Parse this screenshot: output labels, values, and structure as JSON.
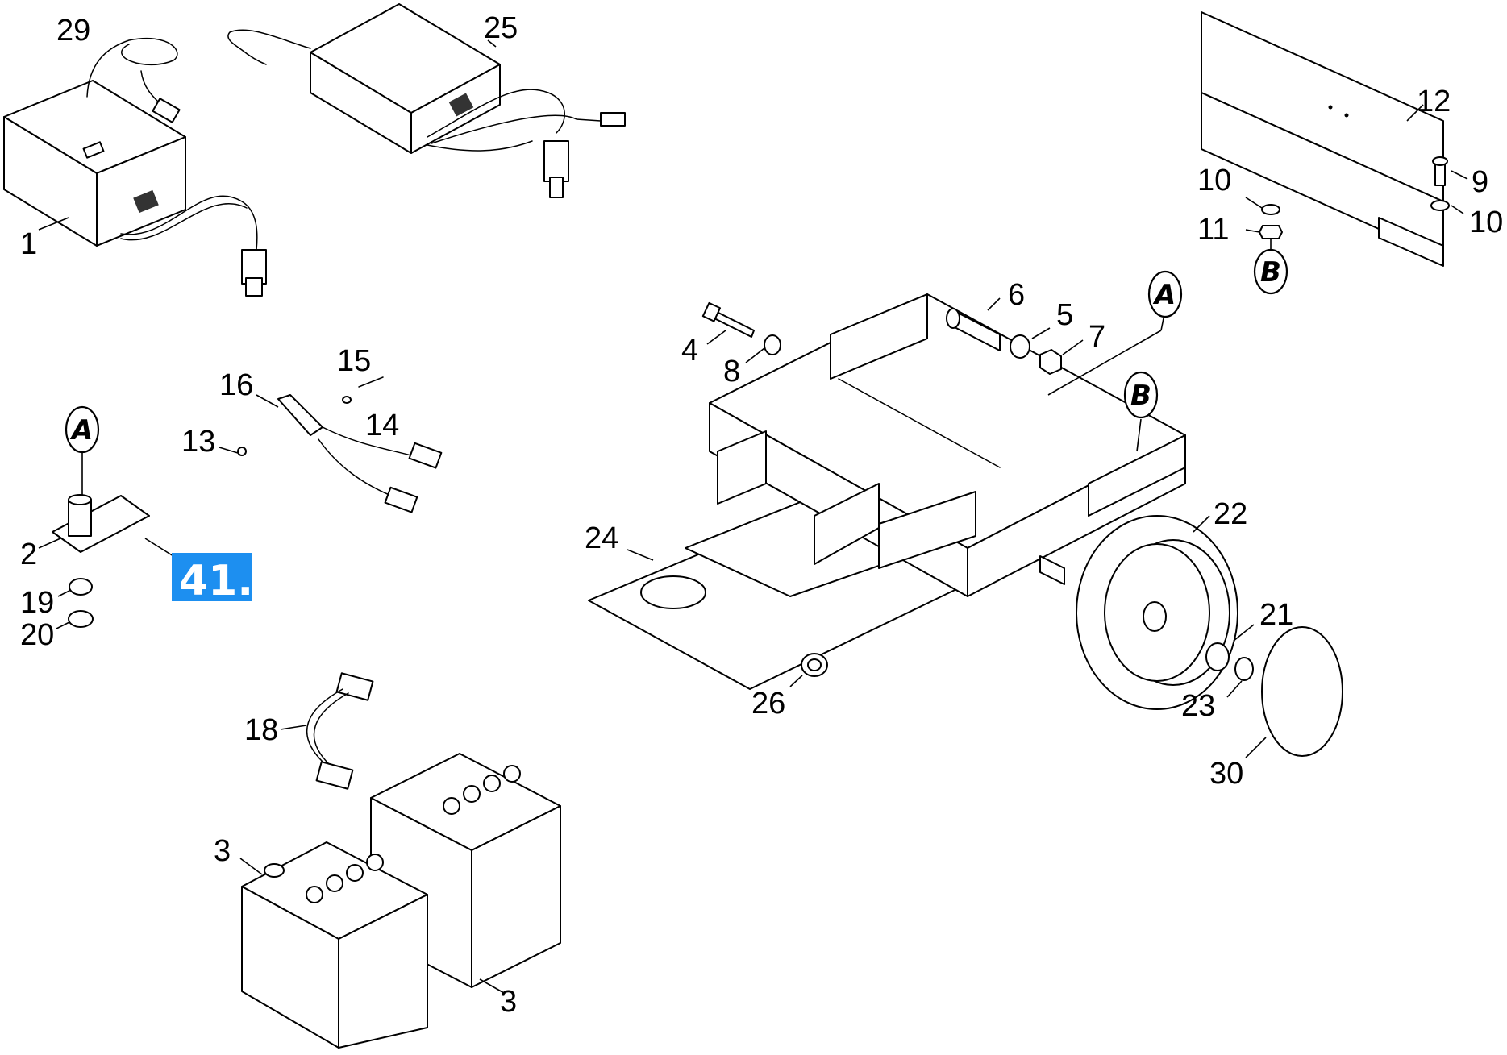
{
  "diagram": {
    "highlight": {
      "label": "41.",
      "color": "#1d8ff0"
    },
    "callouts": {
      "c1": "1",
      "c2": "2",
      "c3a": "3",
      "c3b": "3",
      "c4": "4",
      "c5": "5",
      "c6": "6",
      "c7": "7",
      "c8": "8",
      "c9": "9",
      "c10a": "10",
      "c10b": "10",
      "c11": "11",
      "c12": "12",
      "c13": "13",
      "c14": "14",
      "c15": "15",
      "c16": "16",
      "c18": "18",
      "c19": "19",
      "c20": "20",
      "c21": "21",
      "c22": "22",
      "c23": "23",
      "c24": "24",
      "c25": "25",
      "c26": "26",
      "c29": "29",
      "c30": "30"
    },
    "refs": {
      "a_left": "A",
      "a_frame": "A",
      "b_frame": "B",
      "b_bracket": "B"
    }
  }
}
